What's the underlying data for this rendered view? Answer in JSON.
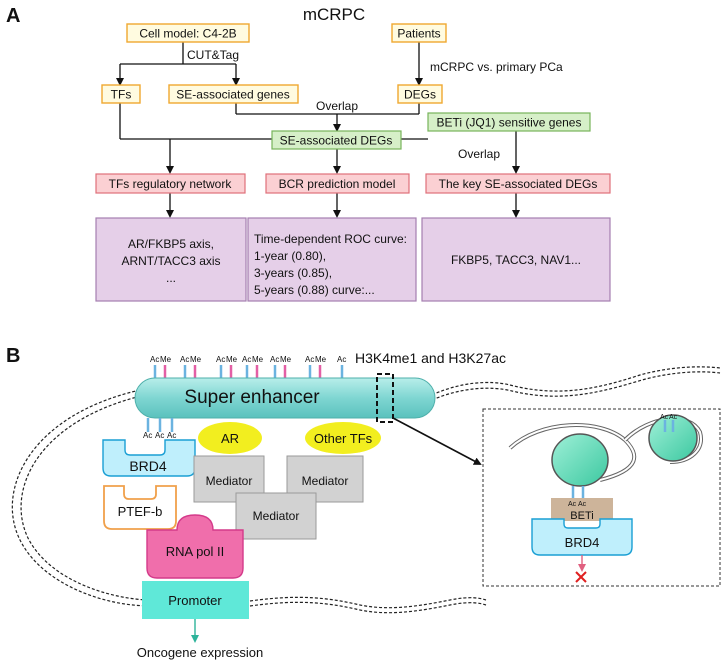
{
  "panel_a": {
    "label": "A",
    "title": "mCRPC",
    "cell_model": "Cell model: C4-2B",
    "cut_tag": "CUT&Tag",
    "patients": "Patients",
    "comparison": "mCRPC vs. primary PCa",
    "tfs": "TFs",
    "se_genes": "SE-associated genes",
    "degs": "DEGs",
    "overlap_1": "Overlap",
    "se_degs": "SE-associated DEGs",
    "beti_genes": "BETi (JQ1) sensitive genes",
    "overlap_2": "Overlap",
    "tf_network": "TFs regulatory network",
    "bcr_model": "BCR prediction model",
    "key_degs": "The key SE-associated DEGs",
    "result_1": [
      "AR/FKBP5 axis,",
      "ARNT/TACC3 axis",
      "..."
    ],
    "result_2": [
      "Time-dependent ROC curve:",
      "1-year (0.80),",
      "3-years (0.85),",
      "5-years (0.88) curve:..."
    ],
    "result_3": "FKBP5, TACC3, NAV1..."
  },
  "panel_b": {
    "label": "B",
    "histone_label": "H3K4me1 and H3K27ac",
    "super_enhancer": "Super enhancer",
    "ac": "Ac",
    "me": "Me",
    "brd4": "BRD4",
    "ar": "AR",
    "other_tfs": "Other TFs",
    "mediator": "Mediator",
    "ptefb": "PTEF-b",
    "rna_pol": "RNA pol II",
    "promoter": "Promoter",
    "oncogene": "Oncogene expression",
    "beti": "BETi",
    "inset_brd4": "BRD4",
    "colors": {
      "enhancer": "#7fd6d2",
      "brd4": "#bfeffc",
      "tf_yellow": "#f2ee1f",
      "mediator": "#d2d2d2",
      "ptefb_border": "#f0a04b",
      "rnapol": "#f06eab",
      "promoter": "#5fe8d8",
      "ac_blue": "#6bb3e0",
      "me_pink": "#e35fa5"
    }
  }
}
